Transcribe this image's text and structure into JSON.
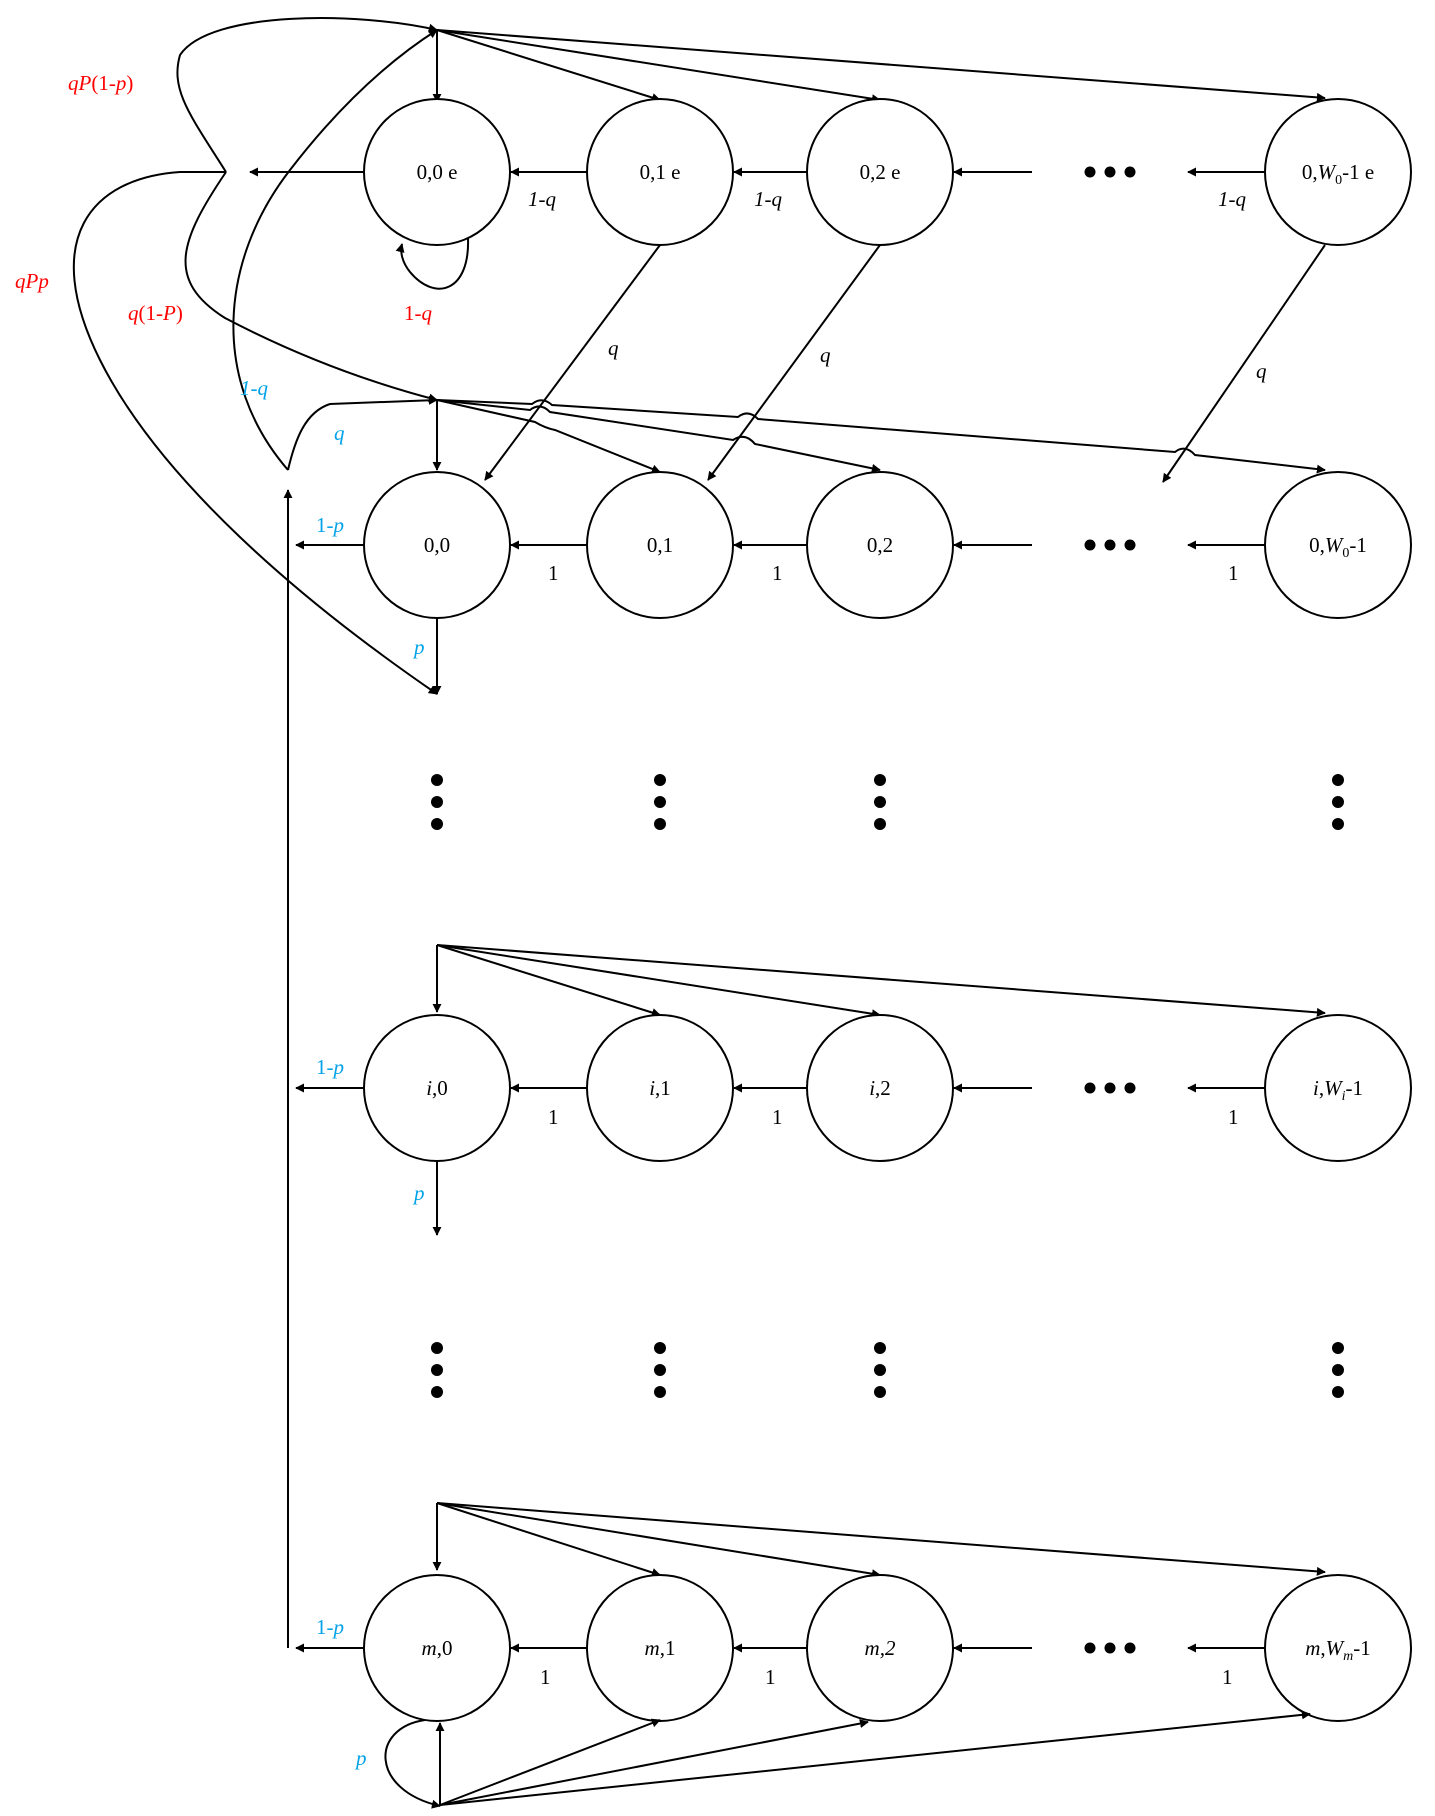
{
  "colors": {
    "black": "#000000",
    "red": "#ff0000",
    "blue": "#00a2e8"
  },
  "nodes": {
    "e0": "0,0 e",
    "e1": "0,1 e",
    "e2": "0,2 e",
    "eW_a": "0,",
    "eW_W": "W",
    "eW_sub": "0",
    "eW_b": "-1 e",
    "s00": "0,0",
    "s01": "0,1",
    "s02": "0,2",
    "s0W_a": "0,",
    "s0W_W": "W",
    "s0W_sub": "0",
    "s0W_b": "-1",
    "i_i": "i",
    "i0_b": ",0",
    "i1_b": ",1",
    "i2_b": ",2",
    "iW_i": "i",
    "iW_comma": ",",
    "iW_W": "W",
    "iW_sub": "i",
    "iW_b": "-1",
    "m_m": "m",
    "m0_b": ",0",
    "m1_b": ",1",
    "m2_b": ",2",
    "mW_m": "m",
    "mW_comma": ",",
    "mW_W": "W",
    "mW_sub": "m",
    "mW_b": "-1"
  },
  "labels": {
    "one_minus_q": "1-q",
    "one_minus_q_a": "1-",
    "q": "q",
    "one": "1",
    "one_minus_p_a": "1-",
    "p": "p",
    "qP1p_q": "q",
    "qP1p_P": "P",
    "qP1p_open": "(1-",
    "qP1p_p": "p",
    "qP1p_close": ")",
    "qPp_q": "q",
    "qPp_P": "P",
    "qPp_p": "p",
    "q1P_q": "q",
    "q1P_open": "(1-",
    "q1P_P": "P",
    "q1P_close": ")"
  }
}
